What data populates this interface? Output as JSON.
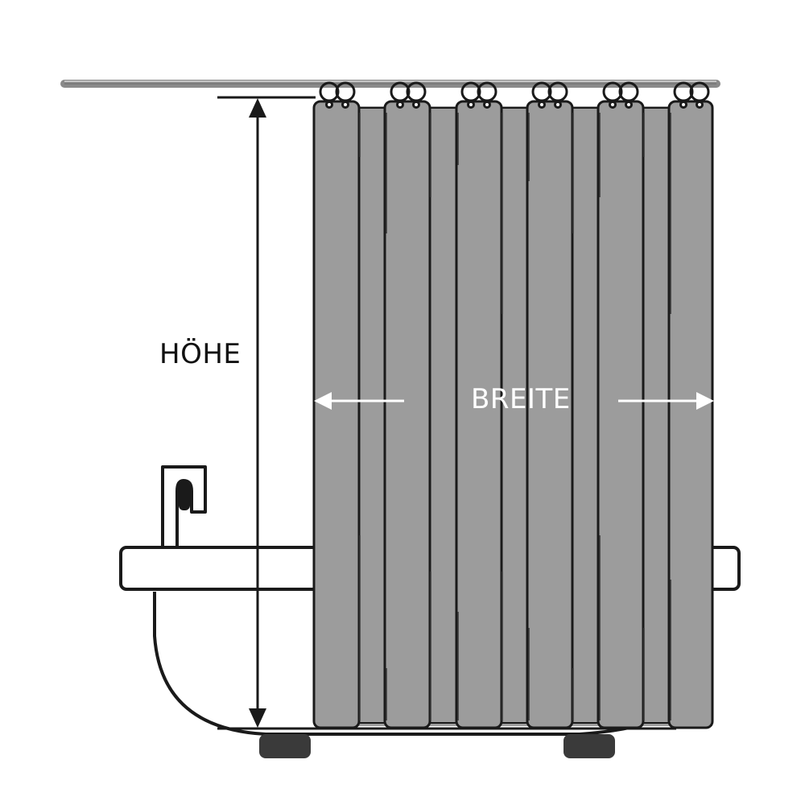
{
  "labels": {
    "height": "HÖHE",
    "width": "BREITE"
  },
  "colors": {
    "curtain_fill": "#9c9c9c",
    "outline": "#1a1a1a",
    "rod": "#8a8a8a",
    "feet": "#3a3a3a",
    "background": "#ffffff",
    "width_arrow": "#ffffff"
  },
  "curtain": {
    "ring_pairs": 6,
    "panels": 6
  }
}
